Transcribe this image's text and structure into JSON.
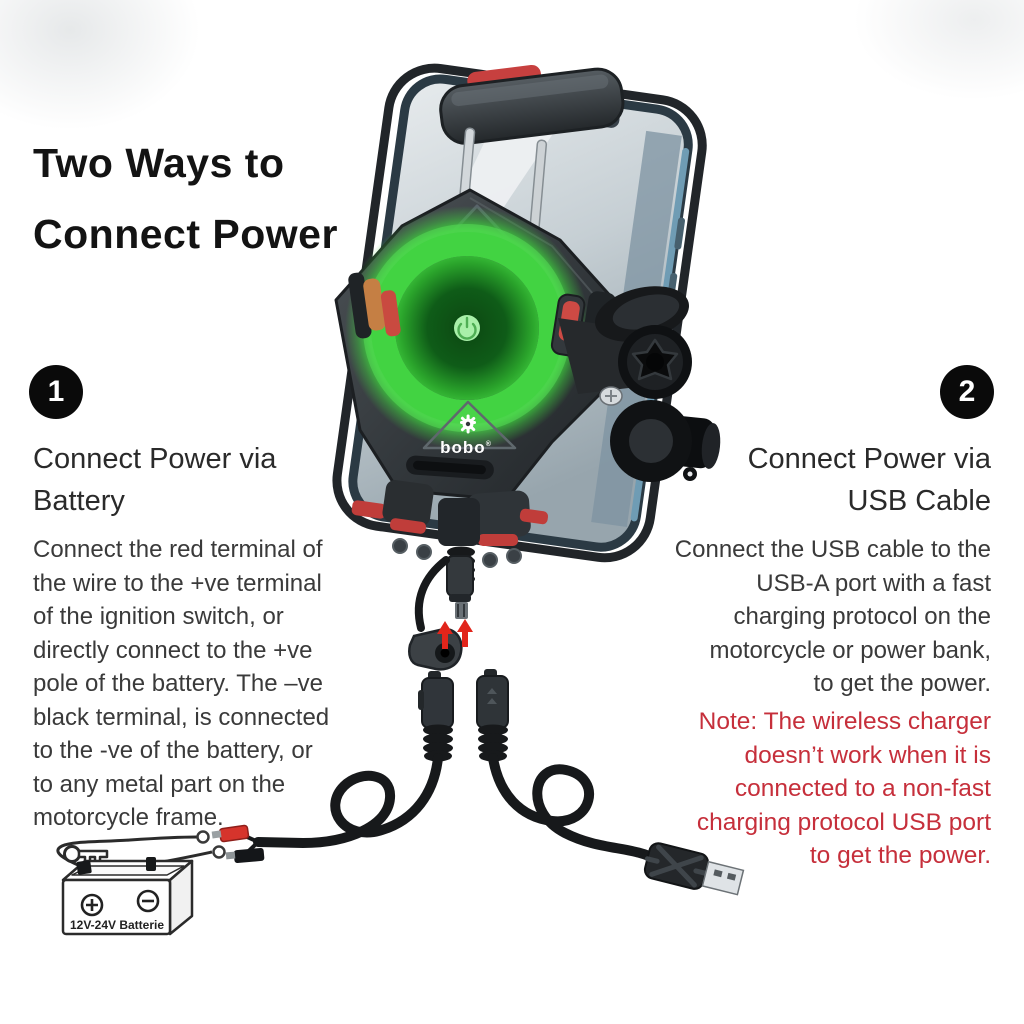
{
  "title": {
    "lines": [
      "Two Ways to",
      "Connect Power"
    ]
  },
  "left_section": {
    "badge": "1",
    "heading_lines": [
      "Connect Power via",
      "Battery"
    ],
    "body_lines": [
      "Connect the red terminal of",
      "the wire to the +ve terminal",
      "of the ignition switch, or",
      "directly connect to the +ve",
      "pole of the battery. The –ve",
      "black terminal, is connected",
      "to the -ve of the battery, or",
      "to any metal part on the",
      "motorcycle frame."
    ]
  },
  "right_section": {
    "badge": "2",
    "heading_lines": [
      "Connect Power via",
      "USB Cable"
    ],
    "body_lines": [
      "Connect the USB cable to the",
      "USB-A port with a fast",
      "charging protocol on the",
      "motorcycle or power bank,",
      "to get the power."
    ],
    "note_lines": [
      "Note: The wireless charger",
      "doesn’t work when it is",
      "connected to a non-fast",
      "charging protocol USB port",
      "to get the power."
    ]
  },
  "brand": {
    "logo_text": "bobo",
    "registered_mark": "®"
  },
  "battery": {
    "label": "12V-24V Batterie"
  },
  "icons": {
    "center_power_icon": "power-symbol",
    "brand_gear_icon": "gear",
    "plug_direction_arrows": "up-arrows"
  },
  "colors": {
    "note_red": "#c62f3b",
    "badge_black": "#0a0a0a",
    "led_green": "#3ecf3e",
    "accent_red": "#cf4a42",
    "text_dark": "#3a3a3a"
  }
}
